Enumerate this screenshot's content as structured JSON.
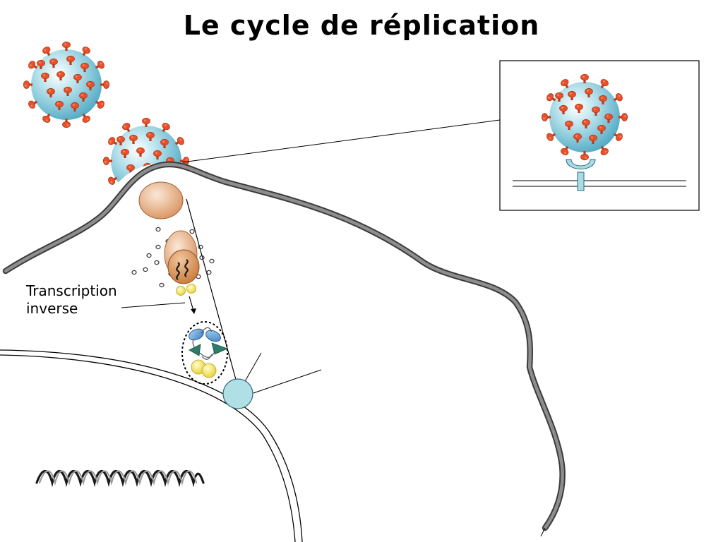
{
  "slide": {
    "title": "Le cycle de réplication"
  },
  "labels": {
    "reverse_transcription_line1": "Transcription",
    "reverse_transcription_line2": "inverse"
  },
  "colors": {
    "virus_body": "#7cc6d8",
    "virus_spike": "#e8512a",
    "membrane": "#6b6b6b",
    "capsid": "#e9b48e",
    "core": "#d98d4e",
    "rna_primer": "#f4e44c",
    "receptor": "#a9dbe6",
    "integrase_blue": "#5f9fd4",
    "integrase_green": "#2e7d6c",
    "nucleus_pore": "#b0dfe6"
  },
  "icons": {
    "free_virion": "virus-particle-icon",
    "budding_virion": "virus-particle-icon",
    "zoom_virion": "virus-particle-icon",
    "receptor": "cd4-receptor-icon",
    "dna": "double-helix-icon"
  }
}
